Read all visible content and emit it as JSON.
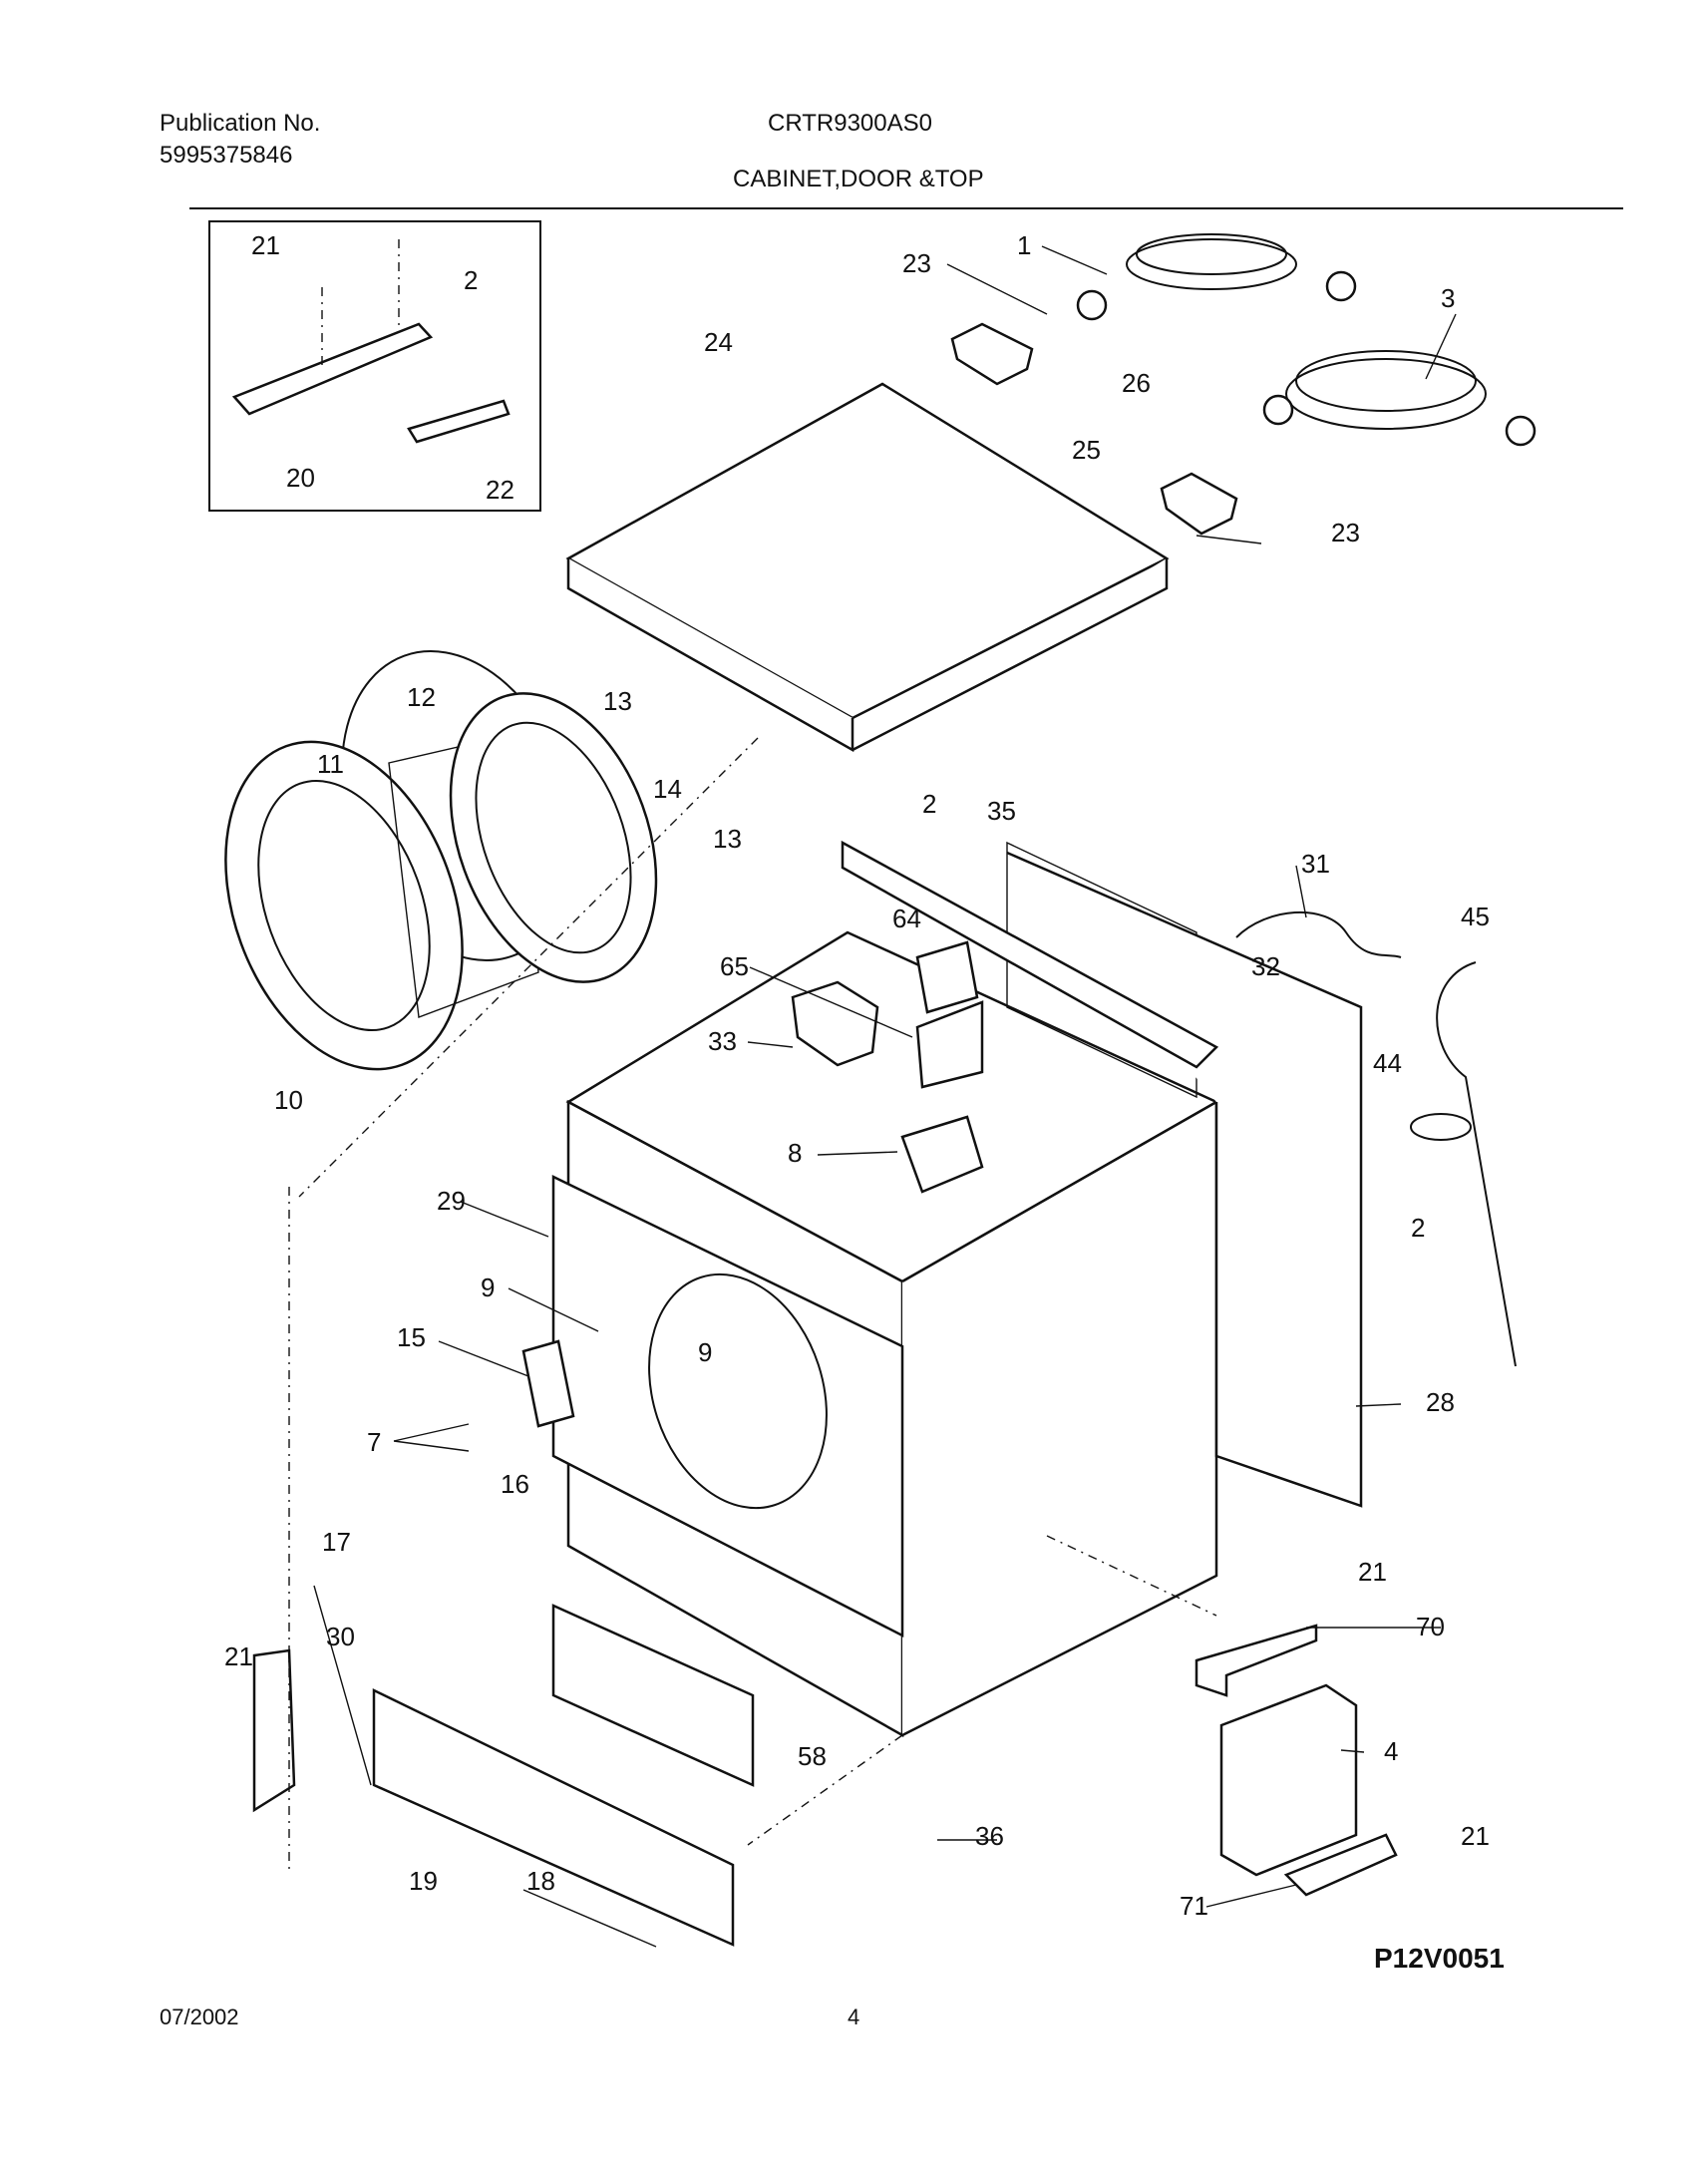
{
  "header": {
    "publication_label": "Publication No.",
    "publication_number": "5995375846",
    "model": "CRTR9300AS0",
    "section_title": "CABINET,DOOR &TOP"
  },
  "figure_code": "P12V0051",
  "footer": {
    "date": "07/2002",
    "page": "4"
  },
  "callouts": [
    "1",
    "2",
    "3",
    "4",
    "7",
    "8",
    "9",
    "10",
    "11",
    "12",
    "13",
    "14",
    "15",
    "16",
    "17",
    "18",
    "19",
    "20",
    "21",
    "22",
    "23",
    "24",
    "25",
    "26",
    "28",
    "29",
    "30",
    "31",
    "32",
    "33",
    "35",
    "36",
    "44",
    "45",
    "58",
    "64",
    "65",
    "70",
    "71"
  ]
}
